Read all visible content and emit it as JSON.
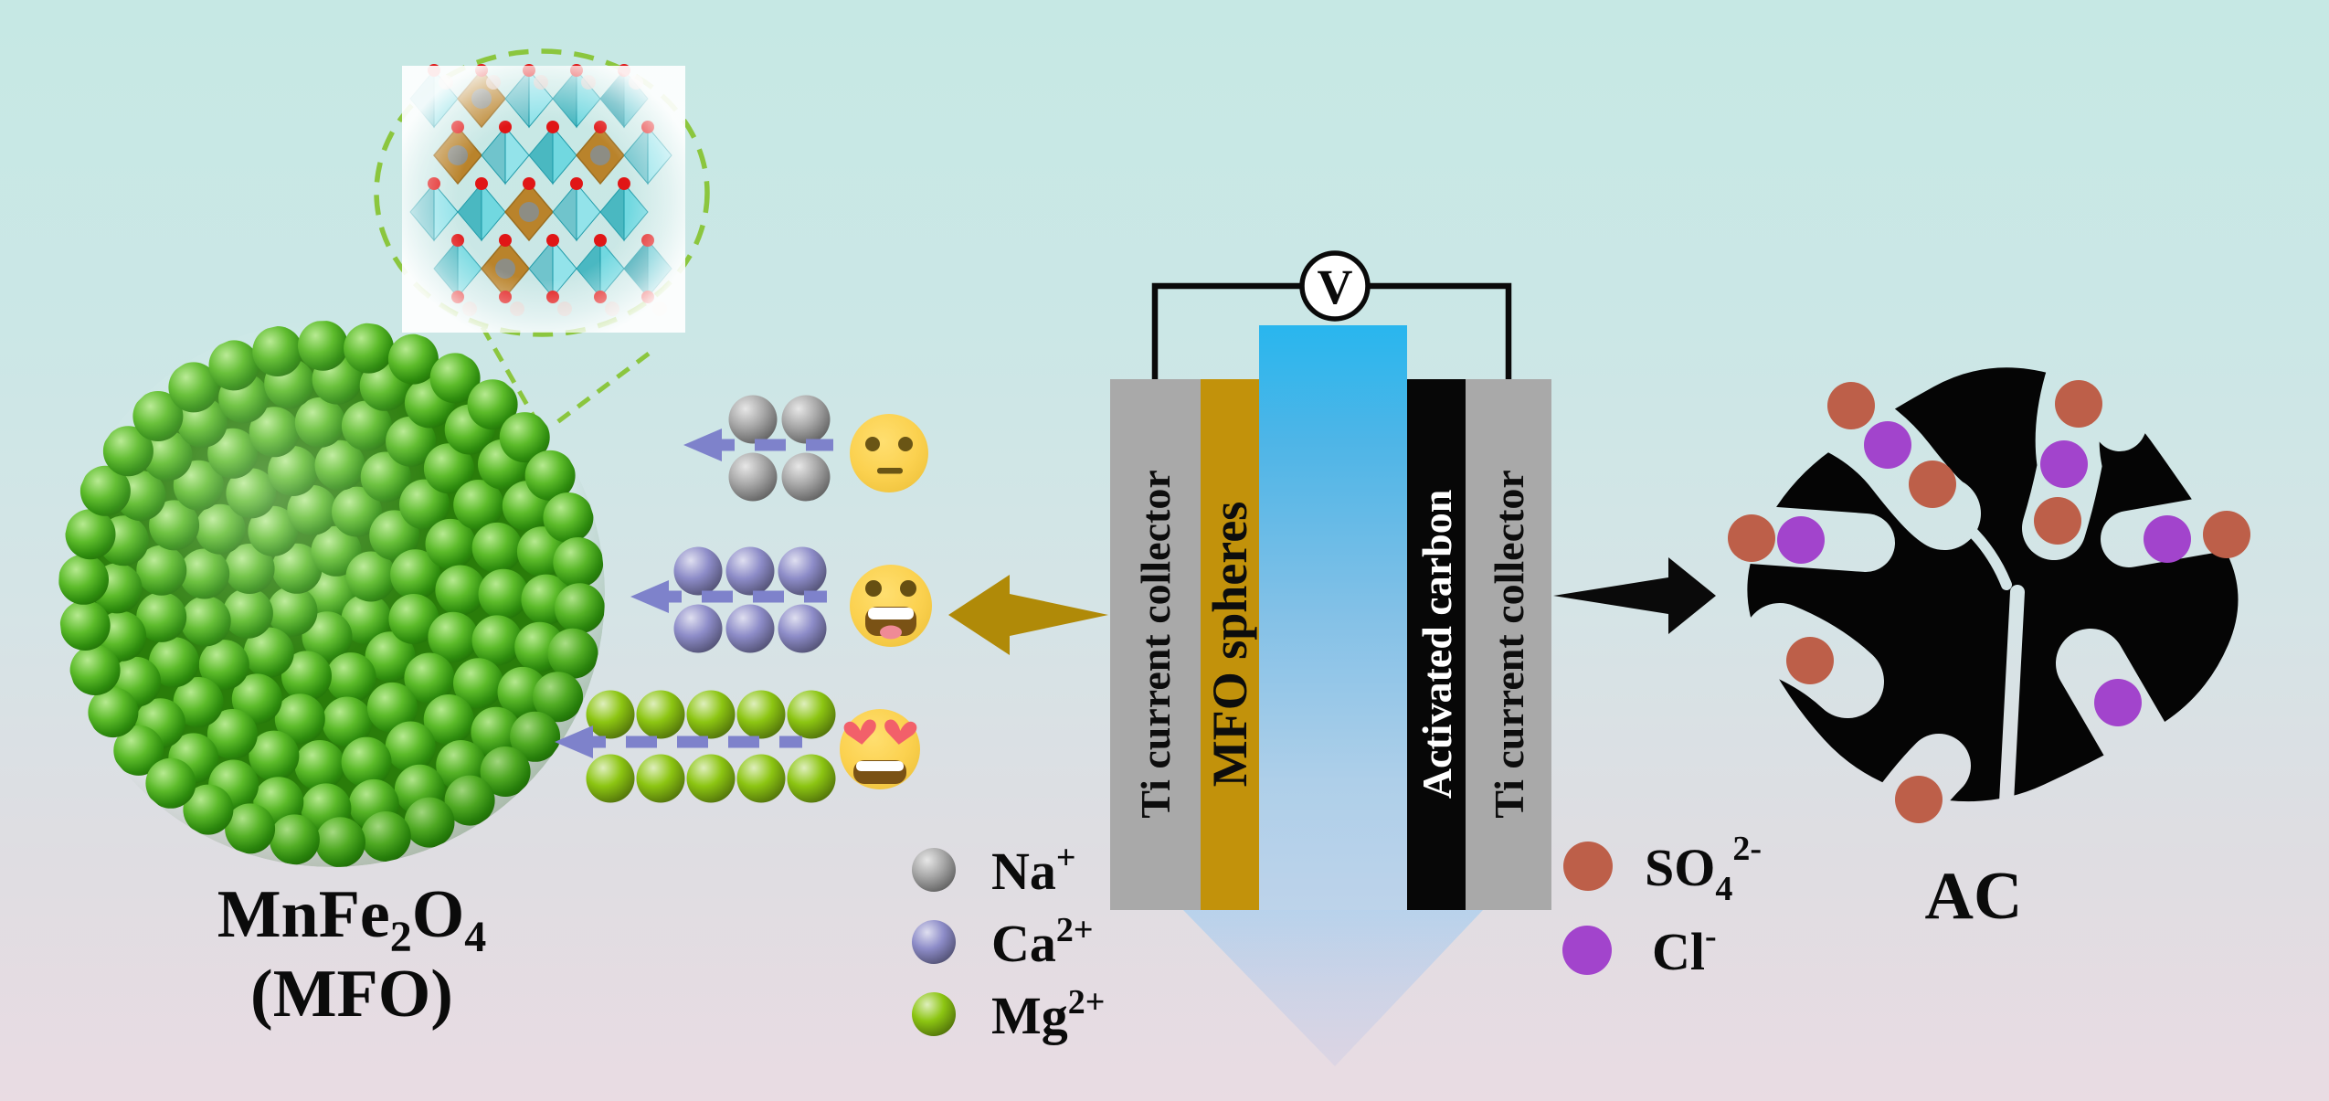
{
  "figure": {
    "background_top": "#c6e8e4",
    "background_bottom": "#e9dce3"
  },
  "mfo": {
    "formula": {
      "p1": "MnFe",
      "sub1": "2",
      "p2": "O",
      "sub2": "4"
    },
    "alias": "(MFO)"
  },
  "cation_rows": [
    {
      "ion": "Na+",
      "count_shown": 4,
      "color": "#a8a8a8",
      "emoji": "neutral-face"
    },
    {
      "ion": "Ca2+",
      "count_shown": 6,
      "color": "#8d8cc8",
      "emoji": "grinning-face"
    },
    {
      "ion": "Mg2+",
      "count_shown": 10,
      "color": "#8cc512",
      "emoji": "smiling-face-with-heart-eyes"
    }
  ],
  "legend_cations": [
    {
      "base": "Na",
      "sup": "+",
      "color": "#a8a8a8"
    },
    {
      "base": "Ca",
      "sup": "2+",
      "color": "#8d8cc8"
    },
    {
      "base": "Mg",
      "sup": "2+",
      "color": "#8cc512"
    }
  ],
  "legend_anions": [
    {
      "base": "SO",
      "sub": "4",
      "sup": "2-",
      "color": "#bd5f49"
    },
    {
      "base": "Cl",
      "sup": "-",
      "color": "#a244cc"
    }
  ],
  "cell": {
    "voltmeter": "V",
    "wire_color": "#0a0a0a",
    "water_color_top": "#29b6ee",
    "bars": [
      {
        "label": "Ti current collector",
        "color": "#a9a9a9",
        "text": "#0d0d0d"
      },
      {
        "label": "MFO spheres",
        "color": "#c2920b",
        "text": "#0d0d0d"
      },
      {
        "label": "Activated carbon",
        "color": "#070707",
        "text": "#ffffff"
      },
      {
        "label": "Ti current collector",
        "color": "#a9a9a9",
        "text": "#0d0d0d"
      }
    ]
  },
  "ac": {
    "label": "AC"
  },
  "arrows": {
    "cation_flow_color": "#7e82cb",
    "to_mfo_color": "#b08a08",
    "to_ac_color": "#0a0a0a"
  }
}
